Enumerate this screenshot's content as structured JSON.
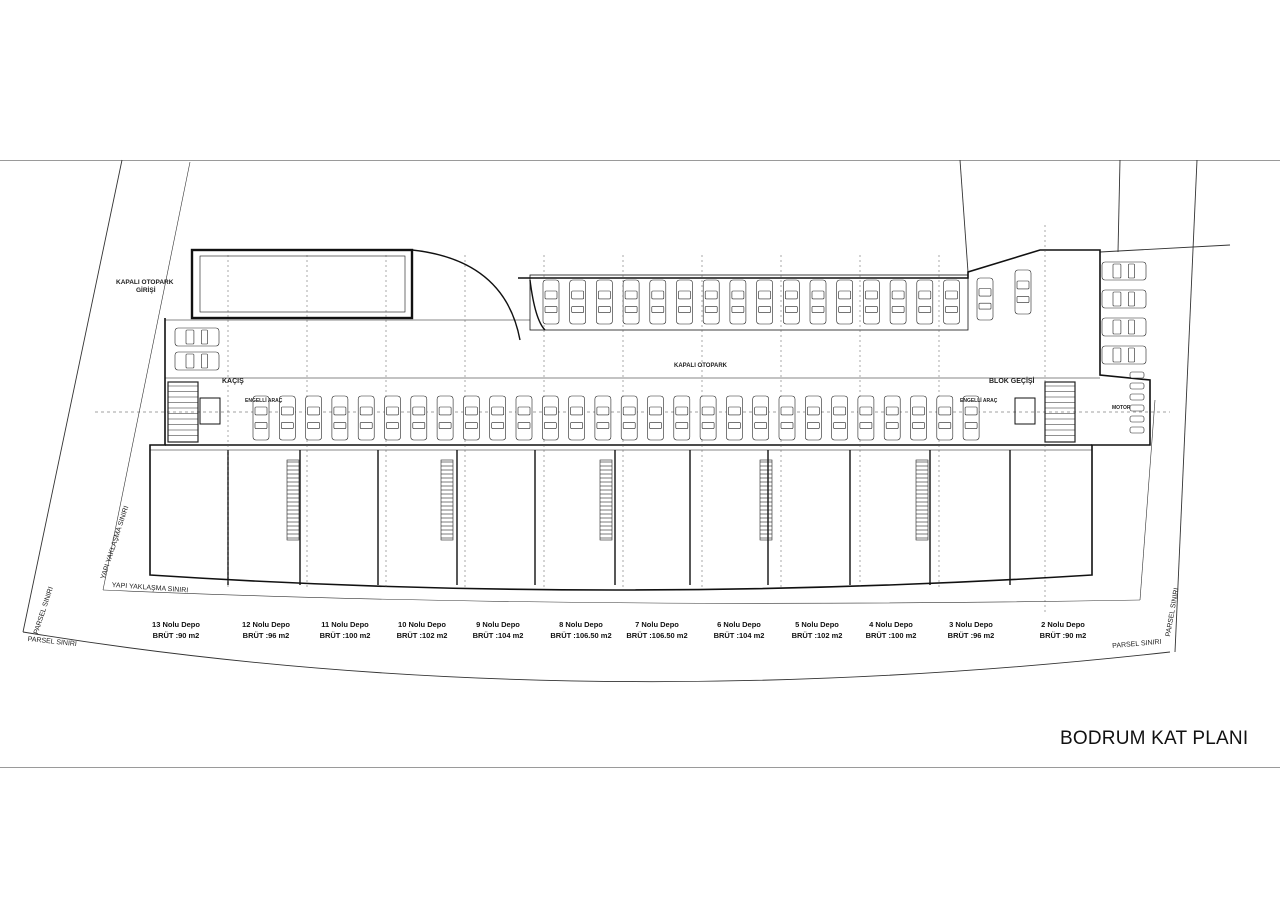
{
  "drawing": {
    "title": "BODRUM KAT PLANI",
    "labels": {
      "entrance": "KAPALI OTOPARK\nGİRİŞİ",
      "entrance_line1": "KAPALI OTOPARK",
      "entrance_line2": "GİRİŞİ",
      "escape": "KAÇIŞ",
      "block_passage": "BLOK GEÇİŞİ",
      "covered_parking": "KAPALI OTOPARK",
      "disabled_left": "ENGELLİ ARAÇ",
      "disabled_right": "ENGELLİ ARAÇ",
      "motor": "MOTOR",
      "setback_1": "YAPI YAKLAŞMA SINIRI",
      "setback_2": "YAPI YAKLAŞMA SINIRI",
      "parcel_left_1": "PARSEL SINIRI",
      "parcel_left_2": "PARSEL SINIRI",
      "parcel_right_1": "PARSEL SINIRI",
      "parcel_right_2": "PARSEL SINIRI"
    },
    "depots": [
      {
        "name": "13 Nolu Depo",
        "area": "BRÜT :90 m2"
      },
      {
        "name": "12 Nolu Depo",
        "area": "BRÜT :96 m2"
      },
      {
        "name": "11 Nolu Depo",
        "area": "BRÜT :100 m2"
      },
      {
        "name": "10 Nolu Depo",
        "area": "BRÜT :102 m2"
      },
      {
        "name": "9 Nolu Depo",
        "area": "BRÜT :104 m2"
      },
      {
        "name": "8 Nolu Depo",
        "area": "BRÜT :106.50 m2"
      },
      {
        "name": "7 Nolu Depo",
        "area": "BRÜT :106.50 m2"
      },
      {
        "name": "6 Nolu Depo",
        "area": "BRÜT :104 m2"
      },
      {
        "name": "5 Nolu Depo",
        "area": "BRÜT :102 m2"
      },
      {
        "name": "4 Nolu Depo",
        "area": "BRÜT :100 m2"
      },
      {
        "name": "3 Nolu Depo",
        "area": "BRÜT :96 m2"
      },
      {
        "name": "2 Nolu Depo",
        "area": "BRÜT :90 m2"
      }
    ]
  }
}
